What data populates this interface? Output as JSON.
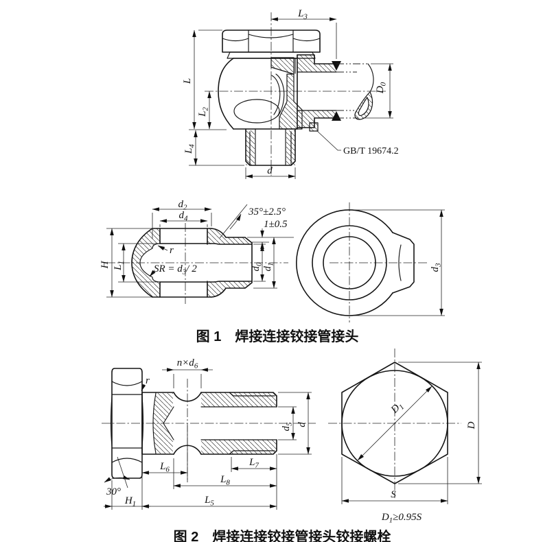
{
  "colors": {
    "line": "#1a1a1a",
    "weld_fill": "#111111",
    "background": "#ffffff"
  },
  "figure1": {
    "caption": "图 1　焊接连接铰接管接头",
    "assembly": {
      "standard_ref": "GB/T 19674.2",
      "dim_L3": {
        "pre": "L",
        "sub": "3",
        "post": ""
      },
      "dim_L": {
        "pre": "L",
        "sub": "",
        "post": ""
      },
      "dim_L2": {
        "pre": "L",
        "sub": "2",
        "post": ""
      },
      "dim_L4": {
        "pre": "L",
        "sub": "4",
        "post": ""
      },
      "dim_d": {
        "pre": "d",
        "sub": "",
        "post": ""
      },
      "dim_D0": {
        "pre": "D",
        "sub": "0",
        "post": ""
      }
    },
    "section": {
      "dim_d2": {
        "pre": "d",
        "sub": "2",
        "post": ""
      },
      "dim_d4": {
        "pre": "d",
        "sub": "4",
        "post": ""
      },
      "chamfer_angle": {
        "pre": "35°±2.5°",
        "sub": "",
        "post": ""
      },
      "land": {
        "pre": "1±0.5",
        "sub": "",
        "post": ""
      },
      "dim_H": {
        "pre": "H",
        "sub": "",
        "post": ""
      },
      "dim_L1": {
        "pre": "L",
        "sub": "1",
        "post": ""
      },
      "radius_r": {
        "pre": "r",
        "sub": "",
        "post": ""
      },
      "sphere_radius": {
        "pre": "SR = d",
        "sub": "3",
        "post": "/ 2"
      },
      "dim_d0": {
        "pre": "d",
        "sub": "0",
        "post": ""
      },
      "dim_d1": {
        "pre": "d",
        "sub": "1",
        "post": ""
      }
    },
    "end_view": {
      "dim_d3": {
        "pre": "d",
        "sub": "3",
        "post": ""
      }
    }
  },
  "figure2": {
    "caption": "图 2　焊接连接铰接管接头铰接螺栓",
    "bolt": {
      "hole_count": {
        "pre": "n×d",
        "sub": "6",
        "post": ""
      },
      "radius_r": {
        "pre": "r",
        "sub": "",
        "post": ""
      },
      "dim_d5": {
        "pre": "d",
        "sub": "5",
        "post": ""
      },
      "dim_d": {
        "pre": "d",
        "sub": "",
        "post": ""
      },
      "dim_L6": {
        "pre": "L",
        "sub": "6",
        "post": ""
      },
      "dim_L7": {
        "pre": "L",
        "sub": "7",
        "post": ""
      },
      "dim_L8": {
        "pre": "L",
        "sub": "8",
        "post": ""
      },
      "dim_L5": {
        "pre": "L",
        "sub": "5",
        "post": ""
      },
      "dim_H1": {
        "pre": "H",
        "sub": "1",
        "post": ""
      },
      "head_chamfer_angle": {
        "pre": "30°",
        "sub": "",
        "post": ""
      }
    },
    "hex_view": {
      "dim_D1": {
        "pre": "D",
        "sub": "1",
        "post": ""
      },
      "dim_D": {
        "pre": "D",
        "sub": "",
        "post": ""
      },
      "dim_S": {
        "pre": "S",
        "sub": "",
        "post": ""
      },
      "note": {
        "pre": "D",
        "sub": "1",
        "post": "≥0.95S"
      }
    }
  }
}
